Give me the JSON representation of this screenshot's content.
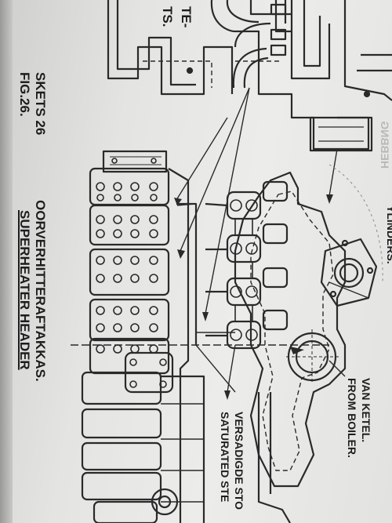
{
  "labels": {
    "top_partial_1": "TE-",
    "top_partial_2": "TS.",
    "sketch_no": "SKETS 26",
    "fig_no": "FIG.26.",
    "afrikaans_title": "OORVERHITTERAFTAKKAS.",
    "english_title": "SUPERHEATER HEADER",
    "cylinders_partial": "YLINDERS.",
    "from_boiler_af": "VAN KETEL.",
    "from_boiler_en": "FROM BOILER.",
    "saturated_af": "VERSADIGDE STO",
    "saturated_en": "SATURATED STE",
    "ghost_text": "HEBBNG"
  }
}
